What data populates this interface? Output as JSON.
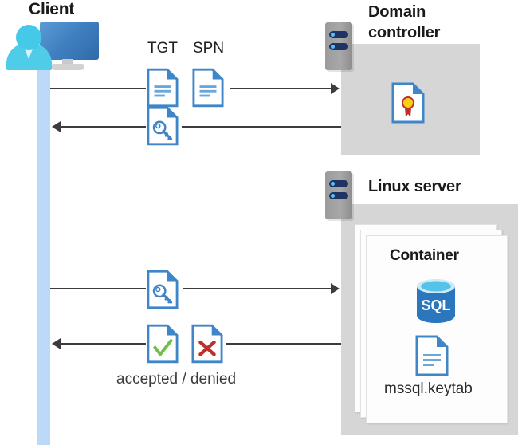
{
  "diagram": {
    "title_client": "Client",
    "title_domain_controller": "Domain\ncontroller",
    "title_linux_server": "Linux server",
    "title_container": "Container",
    "label_tgt": "TGT",
    "label_spn": "SPN",
    "label_accepted_denied": "accepted / denied",
    "label_keytab": "mssql.keytab",
    "label_sql": "SQL",
    "icons": {
      "client": "client-computer-user-icon",
      "server_rack": "server-rack-icon",
      "ticket_doc": "document-icon",
      "key_doc": "key-document-icon",
      "certificate_doc": "certificate-document-icon",
      "accepted_doc": "checkmark-document-icon",
      "denied_doc": "x-mark-document-icon",
      "sql_db": "sql-database-icon",
      "keytab_doc": "document-icon"
    },
    "flows": [
      {
        "id": "flow-1",
        "direction": "right",
        "from": "client",
        "to": "domain-controller",
        "carries": "TGT, SPN"
      },
      {
        "id": "flow-2",
        "direction": "left",
        "from": "domain-controller",
        "to": "client",
        "carries": "service ticket"
      },
      {
        "id": "flow-3",
        "direction": "right",
        "from": "client",
        "to": "linux-server",
        "carries": "service ticket"
      },
      {
        "id": "flow-4",
        "direction": "left",
        "from": "linux-server",
        "to": "client",
        "carries": "accepted / denied"
      }
    ],
    "colors": {
      "lifeline": "#bdd9fa",
      "zone_grey": "#d6d6d6",
      "doc_blue": "#3f86c8",
      "arrow": "#3c3c3c",
      "accepted_green": "#6fbf4a",
      "denied_red": "#c0302b",
      "sql_blue": "#2a77bd",
      "rack_navy": "#1f3365"
    }
  }
}
